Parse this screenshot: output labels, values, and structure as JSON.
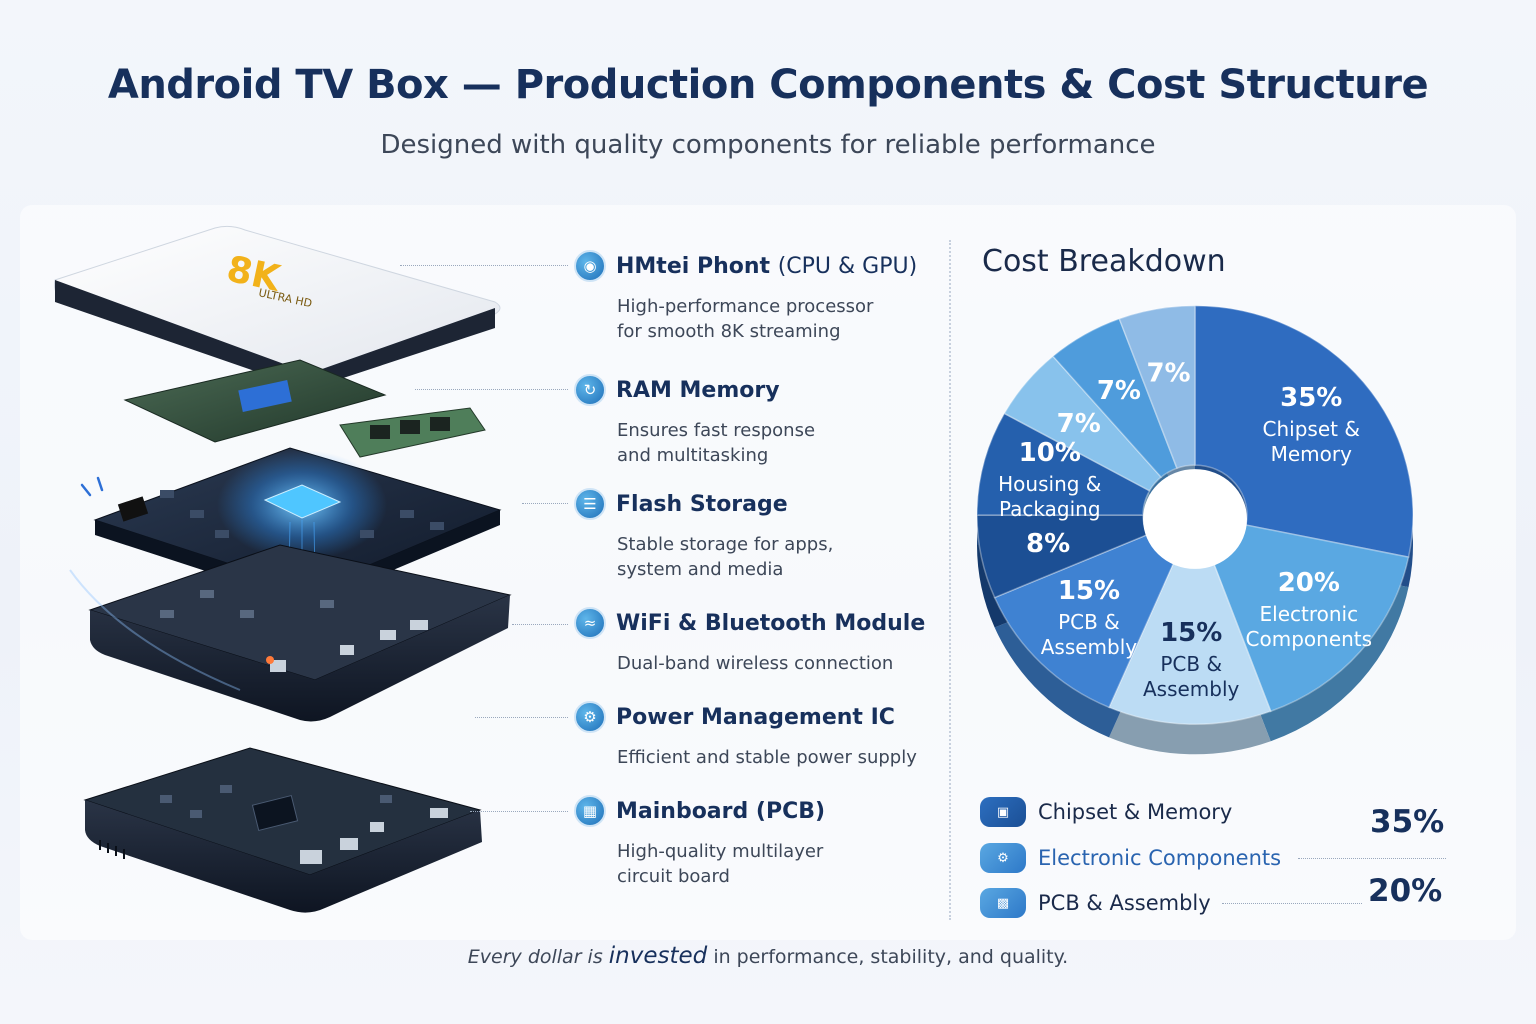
{
  "header": {
    "title": "Android TV Box — Production Components & Cost Structure",
    "subtitle": "Designed with quality components for reliable performance"
  },
  "device": {
    "badge_big": "8K",
    "badge_small": "ULTRA HD"
  },
  "components": [
    {
      "name": "HMtei Phont",
      "name_suffix": "(CPU & GPU)",
      "desc1": "High-performance processor",
      "desc2": "for smooth 8K streaming",
      "icon": "globe-chip-icon"
    },
    {
      "name": "RAM Memory",
      "name_suffix": "",
      "desc1": "Ensures fast response",
      "desc2": "and multitasking",
      "icon": "memory-icon"
    },
    {
      "name": "Flash Storage",
      "name_suffix": "",
      "desc1": "Stable storage for apps,",
      "desc2": "system and media",
      "icon": "storage-icon"
    },
    {
      "name": "WiFi & Bluetooth Module",
      "name_suffix": "",
      "desc1": "Dual-band wireless connection",
      "desc2": "",
      "icon": "wifi-icon"
    },
    {
      "name": "Power Management IC",
      "name_suffix": "",
      "desc1": "Efficient and stable power supply",
      "desc2": "",
      "icon": "power-icon"
    },
    {
      "name": "Mainboard (PCB)",
      "name_suffix": "",
      "desc1": "High-quality multilayer",
      "desc2": "circuit board",
      "icon": "circuit-board-icon"
    }
  ],
  "chart_data": {
    "type": "pie",
    "title": "Cost Breakdown",
    "donut": true,
    "slices": [
      {
        "label": "Chipset & Memory",
        "value": 35,
        "value_label": "35%",
        "color": "#2f6cc0"
      },
      {
        "label": "Electronic Components",
        "value": 20,
        "value_label": "20%",
        "color": "#5aa8e2"
      },
      {
        "label": "PCB & Assembly",
        "value": 15,
        "value_label": "15%",
        "color": "#bcdcf4"
      },
      {
        "label": "PCB & Assembly",
        "value": 15,
        "value_label": "15%",
        "color": "#3f82d2"
      },
      {
        "label": "",
        "value": 8,
        "value_label": "8%",
        "color": "#1c4f94"
      },
      {
        "label": "Housing & Packaging",
        "value": 10,
        "value_label": "10%",
        "color": "#2560ad"
      },
      {
        "label": "",
        "value": 7,
        "value_label": "7%",
        "color": "#88c2ec"
      },
      {
        "label": "",
        "value": 7,
        "value_label": "7%",
        "color": "#4f9cdc"
      },
      {
        "label": "",
        "value": 7,
        "value_label": "7%",
        "color": "#8fbbe6"
      }
    ]
  },
  "legend": [
    {
      "label": "Chipset & Memory",
      "value": "35%",
      "icon": "chip-icon"
    },
    {
      "label": "Electronic Components",
      "value": "",
      "icon": "gears-icon"
    },
    {
      "label": "PCB & Assembly",
      "value": "20%",
      "icon": "board-icon"
    }
  ],
  "footer": {
    "part1": "Every dollar is",
    "part2": "invested",
    "part3": "in performance, stability, and quality."
  }
}
